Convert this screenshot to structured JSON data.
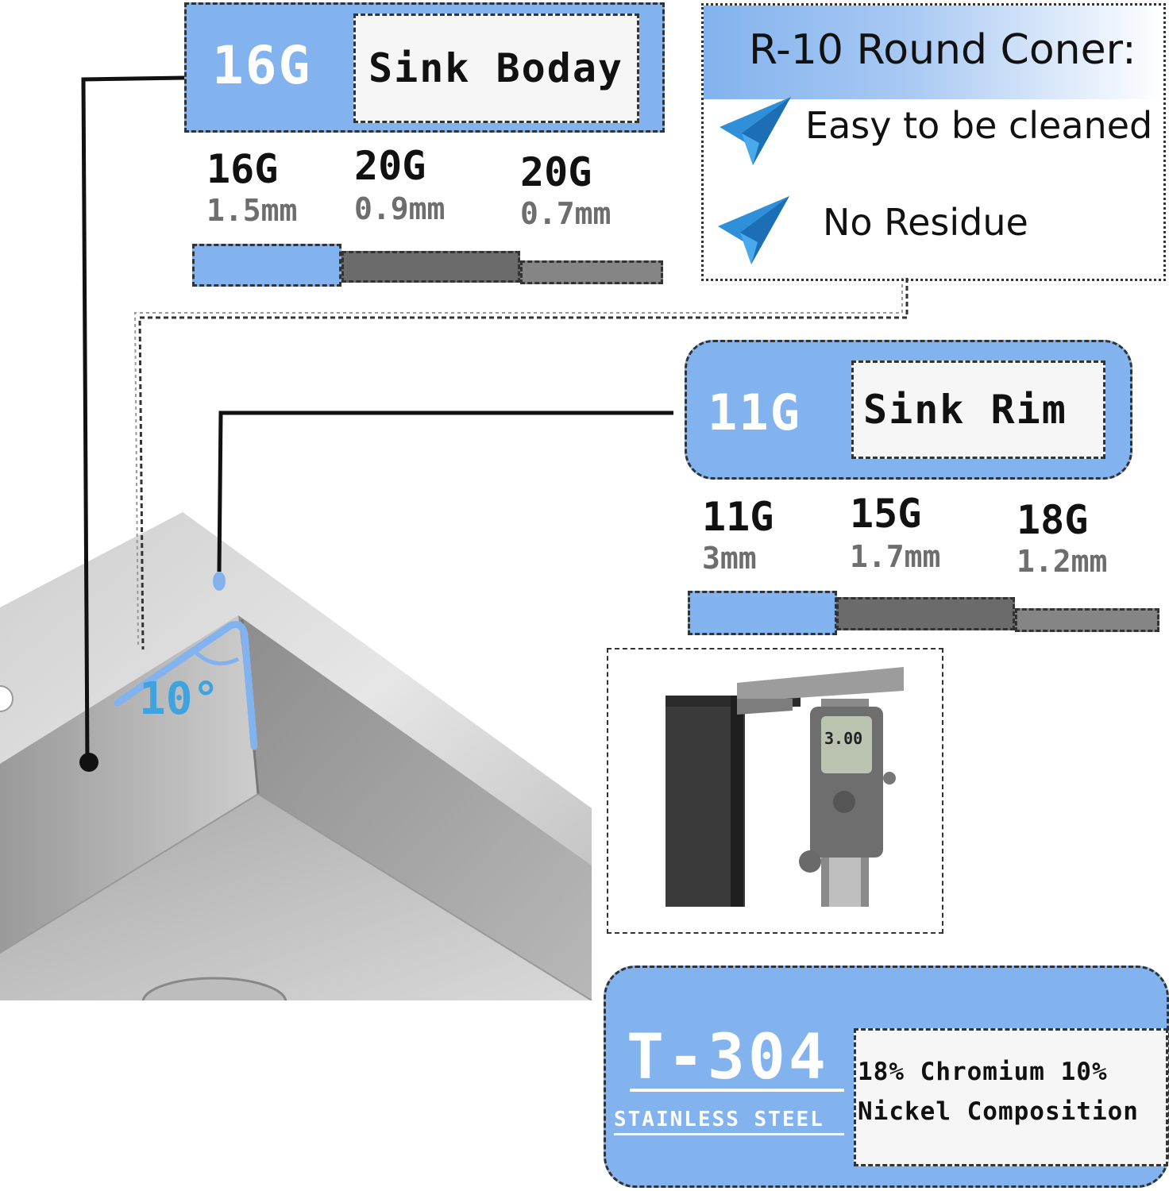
{
  "body_panel": {
    "badge": "16G",
    "label": "Sink Boday",
    "gauges": [
      {
        "name": "16G",
        "thickness": "1.5mm"
      },
      {
        "name": "20G",
        "thickness": "0.9mm"
      },
      {
        "name": "20G",
        "thickness": "0.7mm"
      }
    ]
  },
  "corner_panel": {
    "title": "R-10 Round Coner:",
    "features": [
      "Easy to be cleaned",
      "No Residue"
    ]
  },
  "rim_panel": {
    "badge": "11G",
    "label": "Sink Rim",
    "gauges": [
      {
        "name": "11G",
        "thickness": "3mm"
      },
      {
        "name": "15G",
        "thickness": "1.7mm"
      },
      {
        "name": "18G",
        "thickness": "1.2mm"
      }
    ]
  },
  "angle_label": "10°",
  "caliper": {
    "reading": "3.00"
  },
  "material_panel": {
    "grade": "T-304",
    "subtitle": "STAINLESS STEEL",
    "composition_line1": "18% Chromium 10%",
    "composition_line2": "Nickel Composition"
  },
  "colors": {
    "accent_blue": "#82b3ee",
    "dark_gray": "#6b6b6b",
    "mid_gray": "#858585"
  }
}
